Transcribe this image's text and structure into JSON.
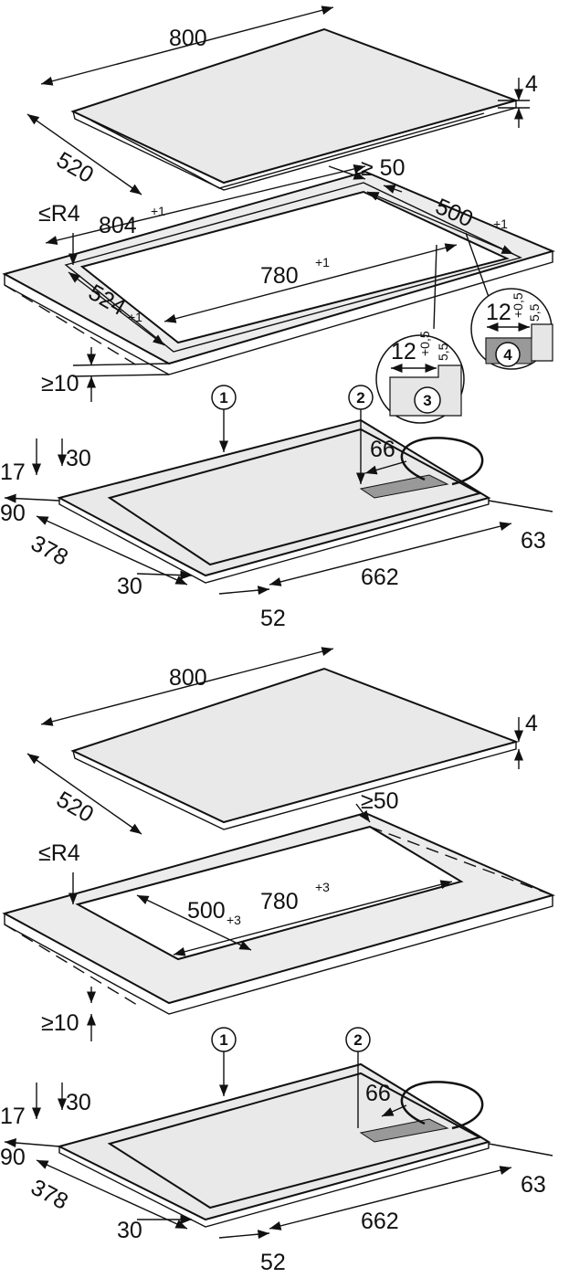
{
  "variant_a": {
    "hob": {
      "width": "800",
      "depth": "520",
      "thickness": "4"
    },
    "cutout": {
      "gap": "≥ 50",
      "outer_width": "804",
      "outer_width_tol": "+1",
      "outer_depth": "500",
      "outer_depth_tol": "+1",
      "radius": "≤R4",
      "inner_width": "780",
      "inner_width_tol": "+1",
      "inner_depth": "524",
      "inner_depth_tol": "+1",
      "worktop_min": "≥10"
    },
    "details": [
      {
        "number": "3",
        "width": "12",
        "width_tol": "+0,5",
        "depth": "5,5"
      },
      {
        "number": "4",
        "width": "12",
        "width_tol": "+0,5",
        "depth": "5,5"
      }
    ],
    "underside": {
      "callouts": [
        "1",
        "2"
      ],
      "dims": {
        "h17": "17",
        "h30": "30",
        "d90": "90",
        "d378": "378",
        "d30": "30",
        "d52": "52",
        "w662": "662",
        "d63": "63",
        "d66": "66"
      }
    }
  },
  "variant_b": {
    "hob": {
      "width": "800",
      "depth": "520",
      "thickness": "4"
    },
    "cutout": {
      "gap": "≥50",
      "radius": "≤R4",
      "inner_depth": "500",
      "inner_depth_tol": "+3",
      "inner_width": "780",
      "inner_width_tol": "+3",
      "worktop_min": "≥10"
    },
    "underside": {
      "callouts": [
        "1",
        "2"
      ],
      "dims": {
        "h17": "17",
        "h30": "30",
        "d90": "90",
        "d378": "378",
        "d30": "30",
        "d52": "52",
        "w662": "662",
        "d63": "63",
        "d66": "66"
      }
    }
  }
}
